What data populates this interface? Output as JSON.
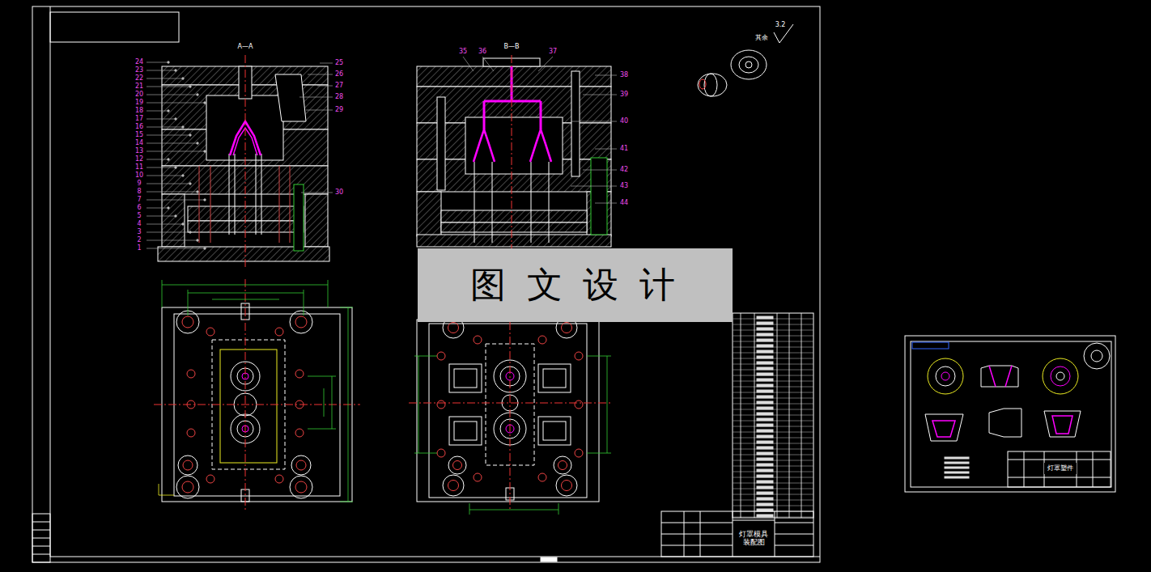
{
  "diagram": {
    "nodes": [
      {
        "text": [
          "灯罩模具 装配图"
        ]
      },
      {
        "text": [
          "图 文 设 计"
        ]
      },
      {
        "text": [
          "灯罩塑件"
        ]
      }
    ],
    "labels": [
      "24",
      "23",
      "22",
      "21",
      "20",
      "19",
      "18",
      "17",
      "16",
      "15",
      "14",
      "13",
      "12",
      "11",
      "10",
      "9",
      "8",
      "7",
      "6",
      "5",
      "4",
      "3",
      "2",
      "1",
      "25",
      "26",
      "27",
      "28",
      "29",
      "30",
      "35",
      "36",
      "37",
      "38",
      "39",
      "40",
      "41",
      "42",
      "43",
      "44",
      "A—A",
      "B—B",
      "其余",
      "3.2"
    ]
  }
}
